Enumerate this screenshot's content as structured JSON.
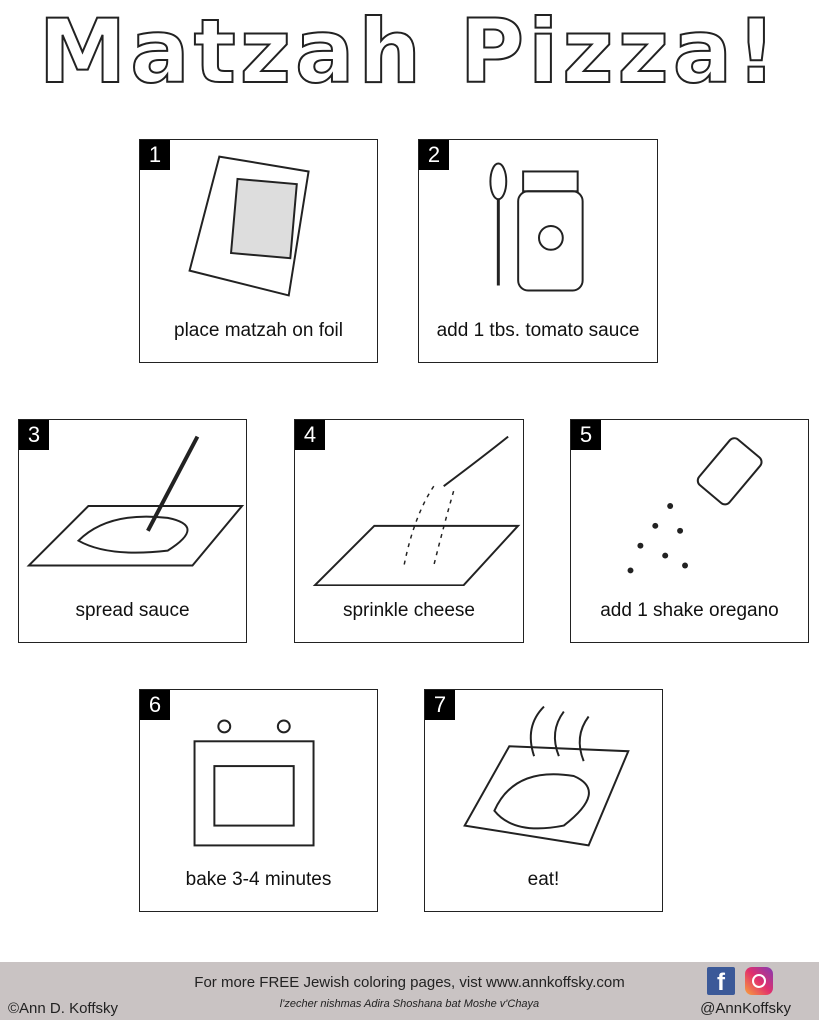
{
  "title": "Matzah Pizza!",
  "steps": [
    {
      "number": "1",
      "label": "place matzah on foil"
    },
    {
      "number": "2",
      "label": "add 1 tbs. tomato sauce"
    },
    {
      "number": "3",
      "label": "spread sauce"
    },
    {
      "number": "4",
      "label": "sprinkle cheese"
    },
    {
      "number": "5",
      "label": "add 1 shake oregano"
    },
    {
      "number": "6",
      "label": "bake 3-4 minutes"
    },
    {
      "number": "7",
      "label": "eat!"
    }
  ],
  "footer": {
    "promo": "For more FREE Jewish coloring pages, vist www.annkoffsky.com",
    "dedication": "l'zecher nishmas Adira Shoshana bat Moshe v'Chaya",
    "copyright": "©Ann D. Koffsky",
    "handle": "@AnnKoffsky",
    "facebook_glyph": "f"
  }
}
